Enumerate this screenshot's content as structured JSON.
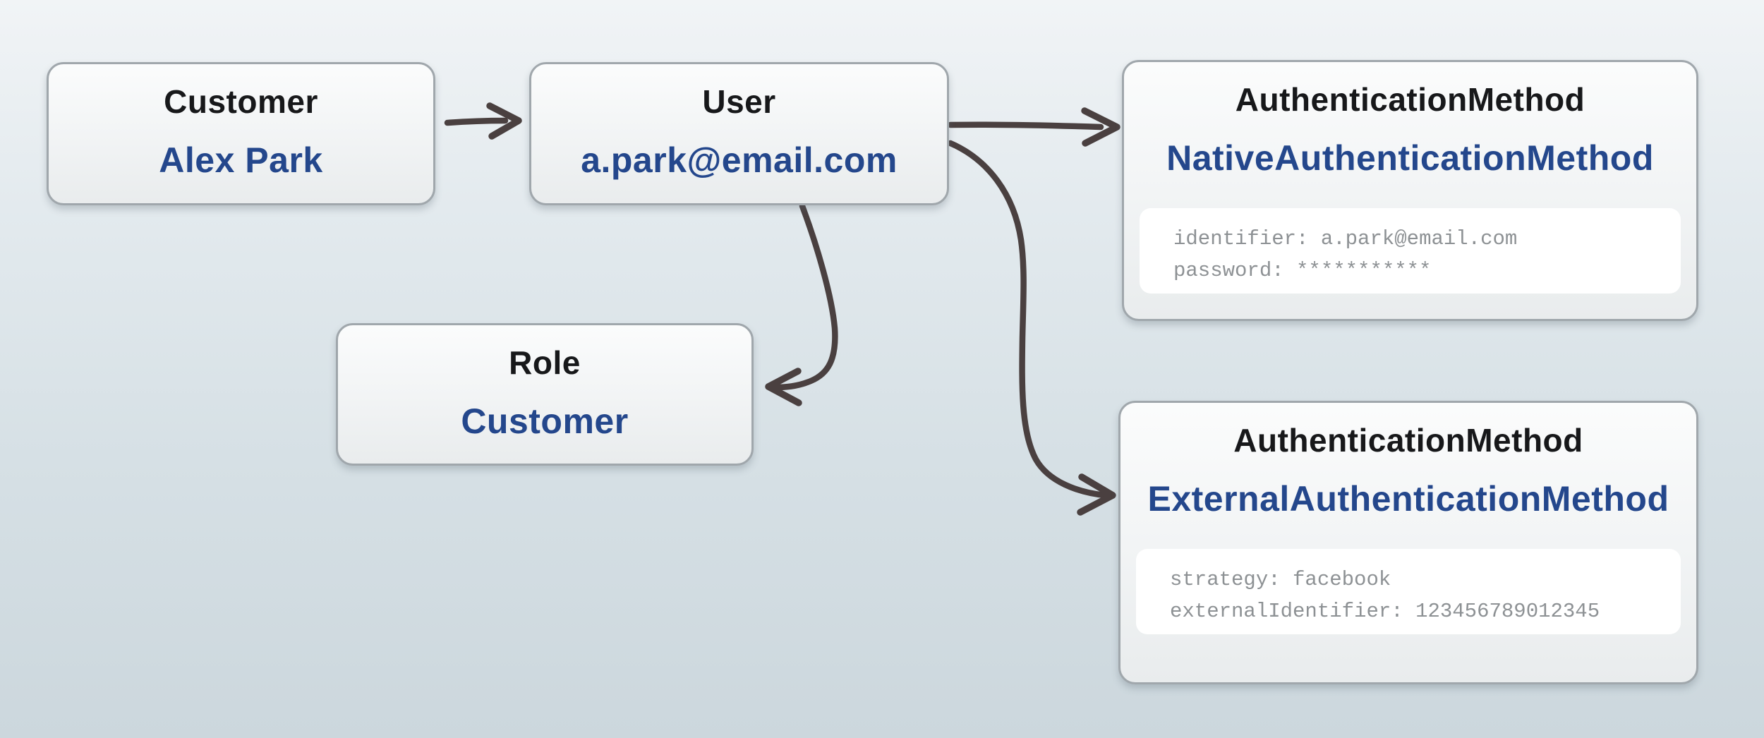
{
  "diagram_title": "",
  "nodes": {
    "customer": {
      "title": "Customer",
      "value": "Alex Park"
    },
    "user": {
      "title": "User",
      "value": "a.park@email.com"
    },
    "nativeAuth": {
      "title": "AuthenticationMethod",
      "value": "NativeAuthenticationMethod",
      "fields": [
        {
          "key": "identifier: ",
          "value": "a.park@email.com"
        },
        {
          "key": "password: ",
          "value": "***********"
        }
      ]
    },
    "role": {
      "title": "Role",
      "value": "Customer"
    },
    "externalAuth": {
      "title": "AuthenticationMethod",
      "value": "ExternalAuthenticationMethod",
      "fields": [
        {
          "key": "strategy: ",
          "value": "facebook"
        },
        {
          "key": "externalIdentifier: ",
          "value": "123456789012345"
        }
      ]
    }
  },
  "edges": [
    {
      "from": "customer",
      "to": "user",
      "style": "straight-arrow"
    },
    {
      "from": "user",
      "to": "nativeAuth",
      "style": "straight-arrow"
    },
    {
      "from": "user",
      "to": "externalAuth",
      "style": "curved-arrow"
    },
    {
      "from": "user",
      "to": "role",
      "style": "curved-arrow"
    }
  ],
  "colors": {
    "background_top": "#f1f4f6",
    "background_bottom": "#ccd7dd",
    "box_border": "#a0a7ac",
    "box_fill_top": "#fbfcfc",
    "box_fill_bottom": "#e9eced",
    "title_text": "#17181a",
    "value_text": "#24478c",
    "field_text": "#8d9194",
    "field_panel_bg": "#ffffff",
    "arrow": "#4a4040"
  }
}
